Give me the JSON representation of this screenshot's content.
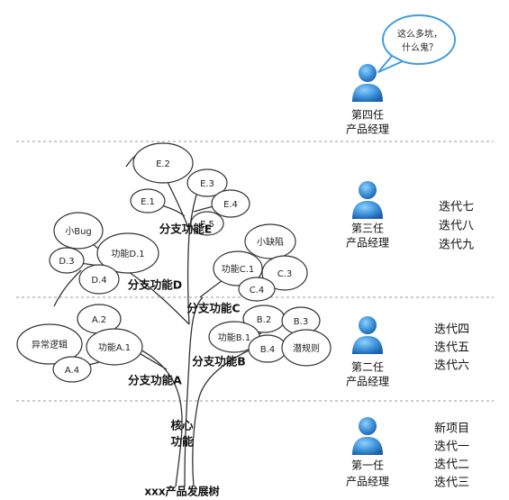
{
  "diagram": {
    "title": "xxx产品发展树",
    "core_label_line1": "核心",
    "core_label_line2": "功能",
    "branches": {
      "A": "分支功能A",
      "B": "分支功能B",
      "C": "分支功能C",
      "D": "分支功能D",
      "E": "分支功能E"
    },
    "nodes": {
      "a2": "A.2",
      "a_anomaly": "异常逻辑",
      "a1": "功能A.1",
      "a4": "A.4",
      "b2": "B.2",
      "b3": "B.3",
      "b1": "功能B.1",
      "b4": "B.4",
      "b_latent": "潜规则",
      "c_small": "小缺陷",
      "c1": "功能C.1",
      "c3": "C.3",
      "c4": "C.4",
      "d_bug": "小Bug",
      "d1": "功能D.1",
      "d3": "D.3",
      "d4": "D.4",
      "e2": "E.2",
      "e3": "E.3",
      "e1": "E.1",
      "e4": "E.4",
      "e5": "E.5"
    }
  },
  "managers": [
    {
      "line1": "第四任",
      "line2": "产品经理",
      "iterations": []
    },
    {
      "line1": "第三任",
      "line2": "产品经理",
      "iterations": [
        "迭代七",
        "迭代八",
        "迭代九"
      ]
    },
    {
      "line1": "第二任",
      "line2": "产品经理",
      "iterations": [
        "迭代四",
        "迭代五",
        "迭代六"
      ]
    },
    {
      "line1": "第一任",
      "line2": "产品经理",
      "iterations": [
        "新项目",
        "迭代一",
        "迭代二",
        "迭代三"
      ]
    }
  ],
  "speech_bubble": {
    "line1": "这么多坑，",
    "line2": "什么鬼？"
  },
  "colors": {
    "person": "#3a8fd6",
    "bubble": "#3f9de0",
    "divider": "#999999"
  }
}
